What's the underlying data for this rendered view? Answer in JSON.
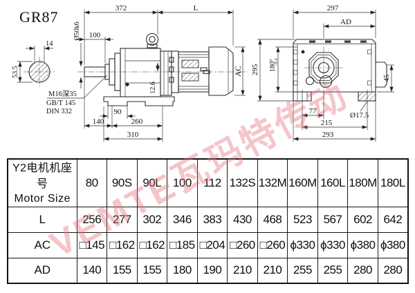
{
  "title": "GR87",
  "watermark": "VEMTE瓦玛特传动",
  "drawing": {
    "side_view": {
      "dim_372": "372",
      "dim_L": "L",
      "dim_100": "100",
      "shaft_dia": "Ø50k6",
      "key_width": "14",
      "shaft_height": "53.5",
      "tap_note": "M16深35",
      "std_gb": "GB/T 145",
      "std_din": "DIN 332",
      "dim_12_6": "12.6",
      "dim_AC": "AC",
      "dim_90": "90",
      "dim_140": "140",
      "dim_260": "260",
      "dim_310": "310"
    },
    "end_view": {
      "dim_297": "297",
      "dim_AD": "AD",
      "dim_295": "295",
      "dim_180": "180",
      "tol_upper": "0",
      "tol_lower": "-0.3",
      "dim_45": "45",
      "dim_77": "77",
      "dim_215": "215",
      "dim_293": "293",
      "hole_dia": "Ø17.5"
    }
  },
  "table": {
    "header_cn": "Y2电机机座号",
    "header_en": "Motor Size",
    "columns": [
      "80",
      "90S",
      "90L",
      "100",
      "112",
      "132S",
      "132M",
      "160M",
      "160L",
      "180M",
      "180L"
    ],
    "rows": [
      {
        "label": "L",
        "values": [
          "256",
          "277",
          "302",
          "346",
          "383",
          "430",
          "468",
          "523",
          "567",
          "602",
          "642"
        ]
      },
      {
        "label": "AC",
        "values": [
          "□145",
          "□162",
          "□162",
          "□185",
          "□204",
          "□260",
          "□260",
          "ϕ330",
          "ϕ330",
          "ϕ380",
          "ϕ380"
        ]
      },
      {
        "label": "AD",
        "values": [
          "140",
          "155",
          "155",
          "180",
          "190",
          "210",
          "210",
          "255",
          "255",
          "280",
          "280"
        ]
      }
    ]
  }
}
